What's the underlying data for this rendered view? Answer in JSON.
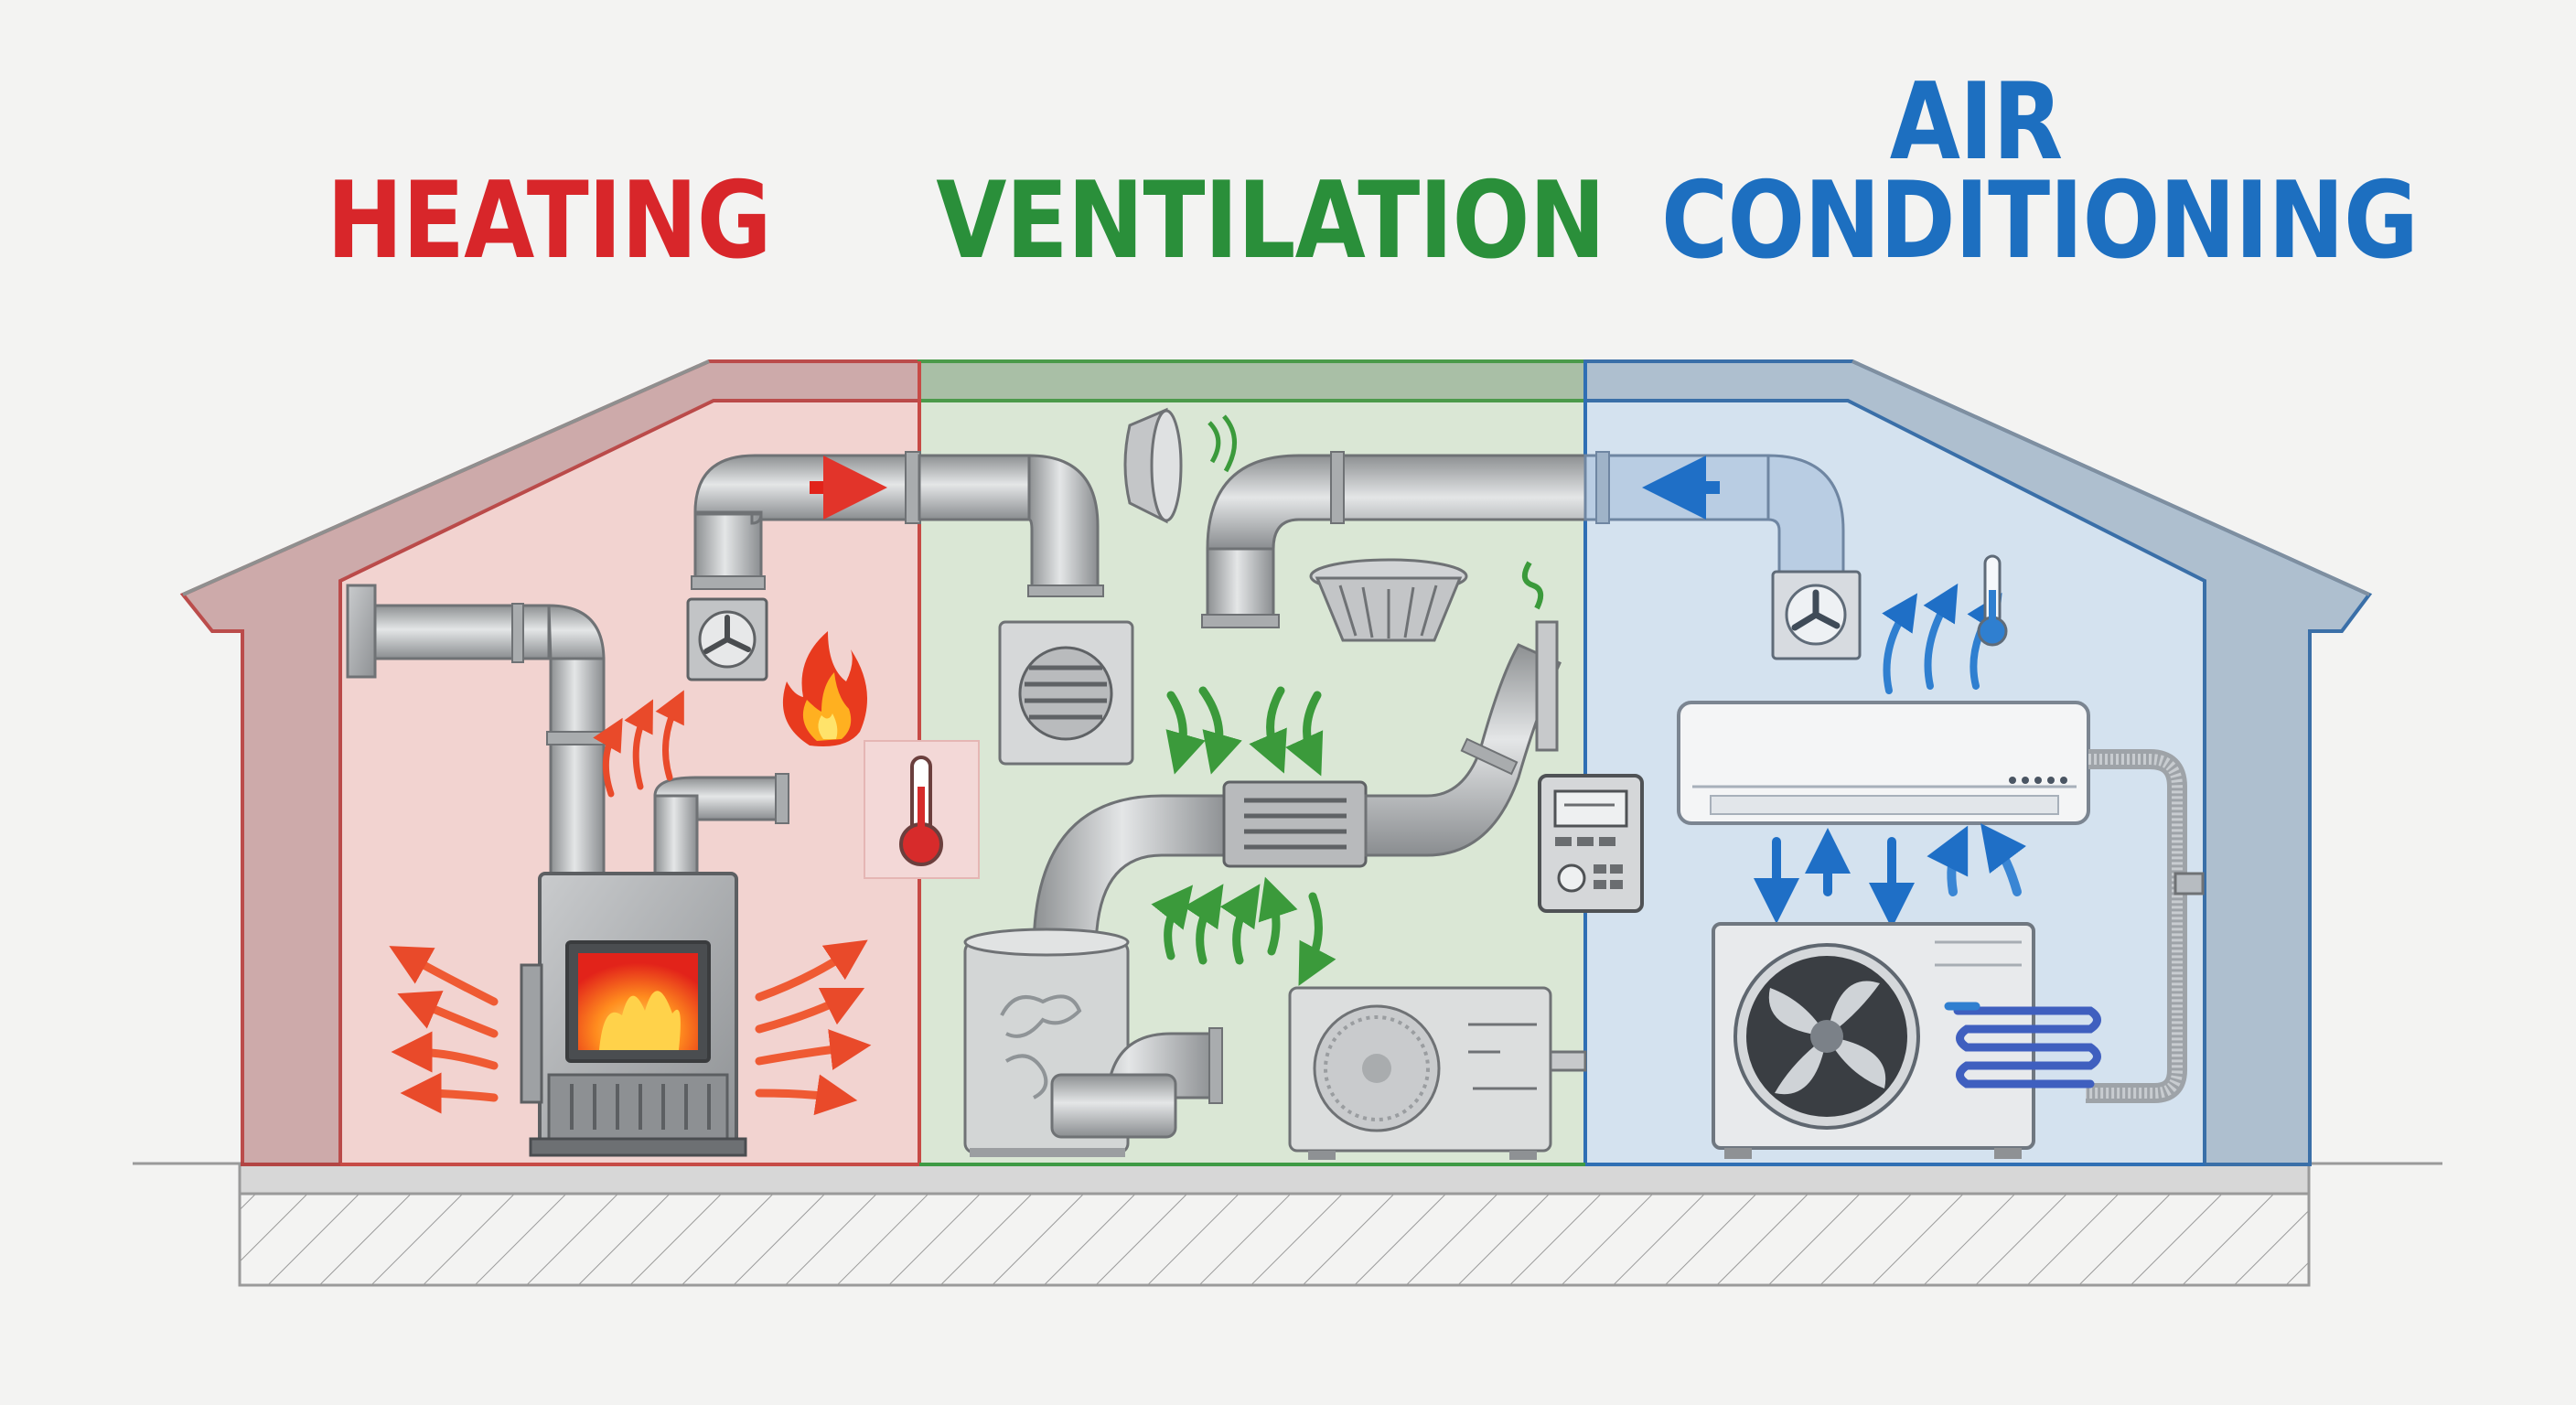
{
  "sections": {
    "heating": {
      "title": "HEATING",
      "color": "#d8262a",
      "fill": "#f3d0ce"
    },
    "ventilation": {
      "title": "VENTILATION",
      "color": "#2a8f3a",
      "fill": "#d9e7d4"
    },
    "air_conditioning": {
      "title_line1": "AIR",
      "title_line2": "CONDITIONING",
      "color": "#1d6fc0",
      "fill": "#d2e0ee"
    }
  }
}
